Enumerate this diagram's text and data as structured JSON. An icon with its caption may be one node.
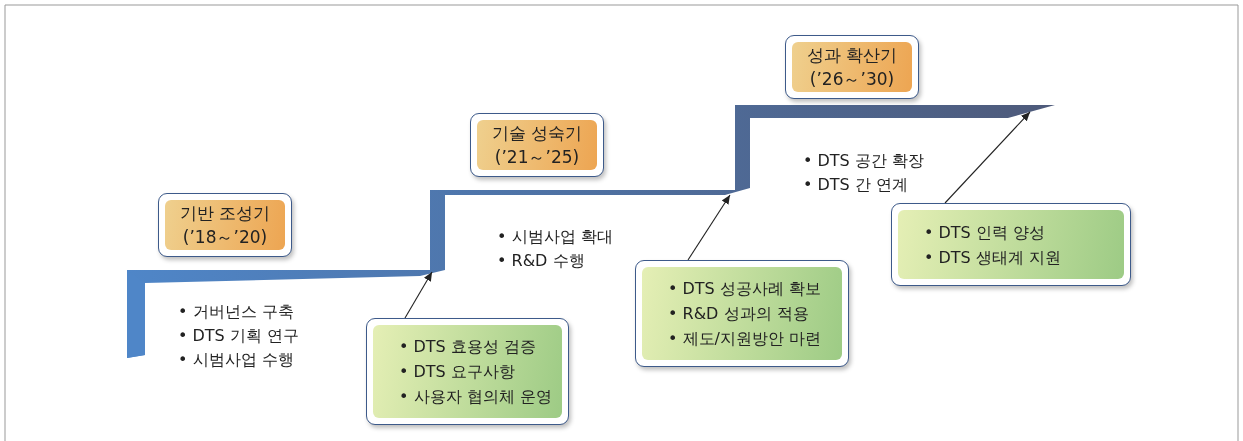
{
  "diagram": {
    "nodes": [
      {
        "text": [
          "기반 조성기",
          "(’18～’20)"
        ]
      },
      {
        "text": [
          "기술 성숙기",
          "(’21～’25)"
        ]
      },
      {
        "text": [
          "성과 확산기",
          "(’26～’30)"
        ]
      },
      {
        "text": [
          "• DTS 효용성 검증",
          "• DTS 요구사항",
          "• 사용자 협의체 운영"
        ]
      },
      {
        "text": [
          "• DTS 성공사례 확보",
          "• R&D 성과의 적용",
          "• 제도/지원방안 마련"
        ]
      },
      {
        "text": [
          "• DTS 인력 양성",
          "• DTS 생태계 지원"
        ]
      }
    ],
    "edges": [
      {
        "from": 3,
        "to": null,
        "arrow": "to"
      },
      {
        "from": 4,
        "to": null,
        "arrow": "to"
      },
      {
        "from": 5,
        "to": null,
        "arrow": "to"
      }
    ],
    "labels": [
      "• DTS 공간 확장",
      "• DTS 간 연계",
      "• 시범사업 확대",
      "• R&D 수행",
      "• 거버넌스 구축",
      "• DTS 기획 연구",
      "• 시범사업 수행"
    ]
  }
}
